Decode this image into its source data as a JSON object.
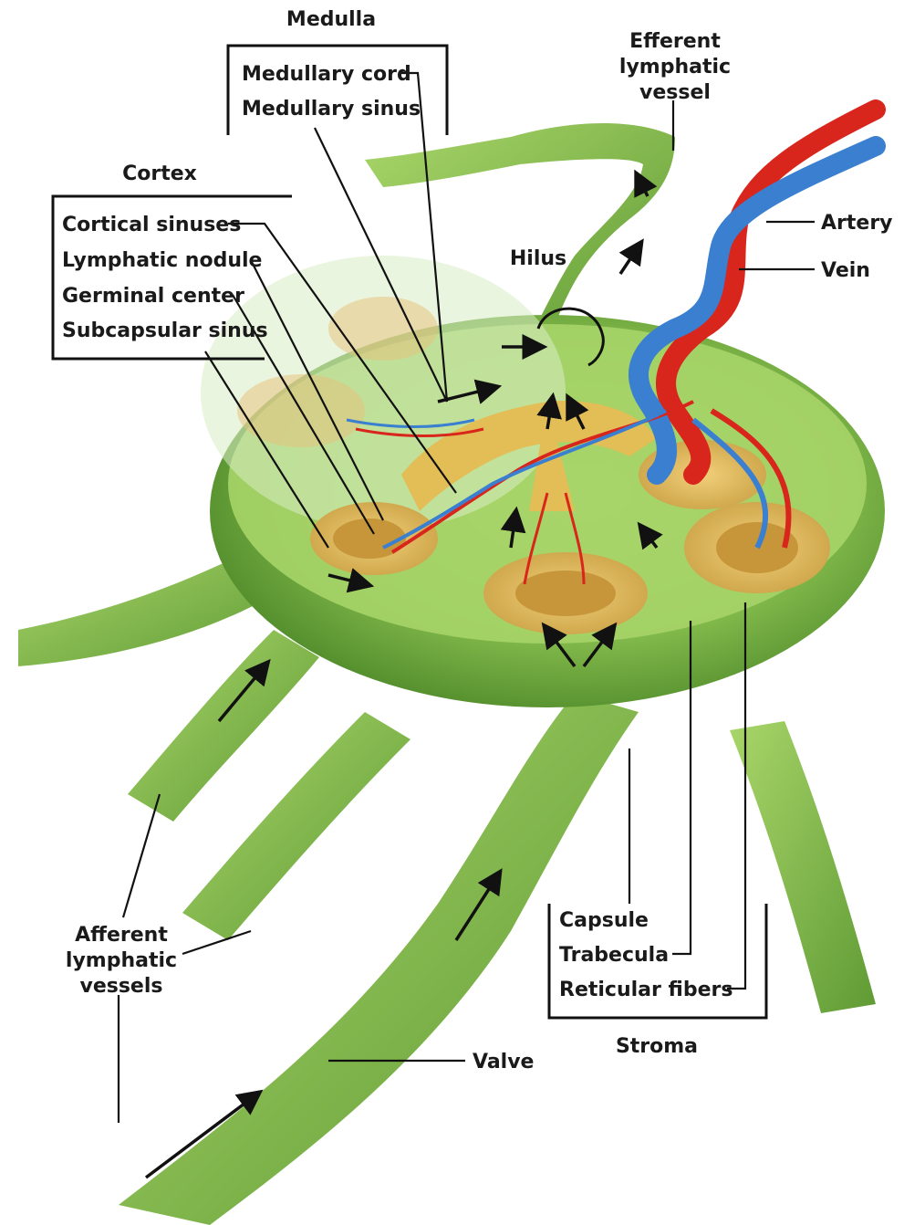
{
  "labels": {
    "medulla": "Medulla",
    "medullary_cord": "Medullary cord",
    "medullary_sinus": "Medullary sinus",
    "efferent_l1": "Efferent",
    "efferent_l2": "lymphatic",
    "efferent_l3": "vessel",
    "cortex": "Cortex",
    "cortical_sinuses": "Cortical sinuses",
    "lymphatic_nodule": "Lymphatic nodule",
    "germinal_center": "Germinal center",
    "subcapsular_sinus": "Subcapsular sinus",
    "hilus": "Hilus",
    "artery": "Artery",
    "vein": "Vein",
    "capsule": "Capsule",
    "trabecula": "Trabecula",
    "reticular_fibers": "Reticular fibers",
    "stroma": "Stroma",
    "afferent_l1": "Afferent",
    "afferent_l2": "lymphatic",
    "afferent_l3": "vessels",
    "valve": "Valve"
  },
  "colors": {
    "node_green": "#7fb84a",
    "vessel_green": "#8cc456",
    "cortex_yellow": "#e2b84a",
    "artery_red": "#d8261c",
    "vein_blue": "#3a7fd0"
  }
}
